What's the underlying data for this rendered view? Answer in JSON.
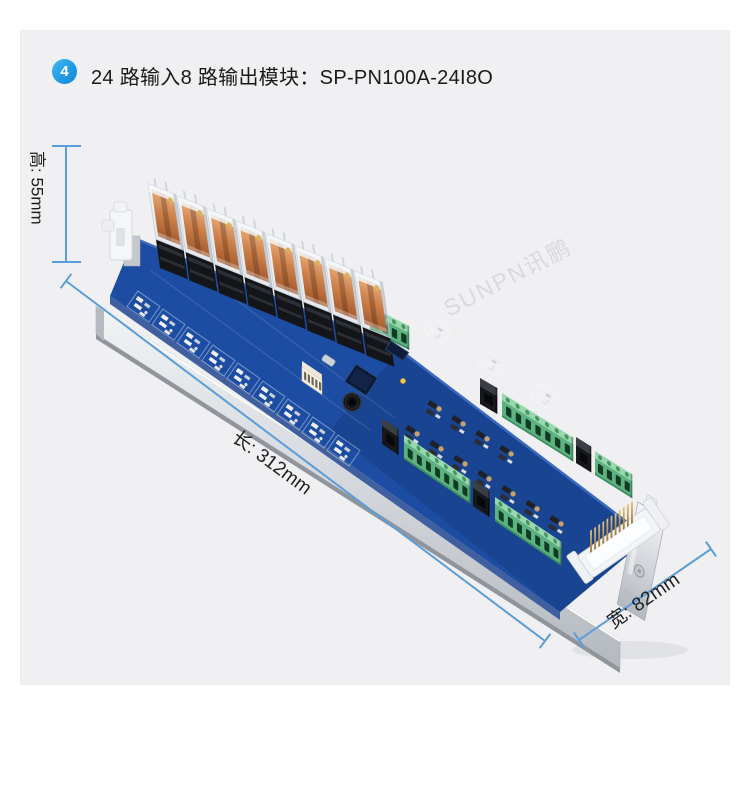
{
  "page": {
    "background": "#ffffff"
  },
  "card": {
    "background": "#f0f0f2"
  },
  "header": {
    "badge_number": "4",
    "badge_color": "#18a0e4",
    "title": "24 路输入8 路输出模块：SP-PN100A-24I8O"
  },
  "figure": {
    "watermark": "SUNPN讯鹏",
    "dimensions": {
      "height_label": "高: 55mm",
      "length_label": "长: 312mm",
      "width_label": "宽: 82mm",
      "line_color": "#5b9dd8"
    },
    "product": {
      "pcb_color": "#1c4da3",
      "relay_copper_color": "#c98050",
      "terminal_green_color": "#5db37f",
      "rail_color": "#c9cdd3",
      "relay_count": 8
    }
  }
}
